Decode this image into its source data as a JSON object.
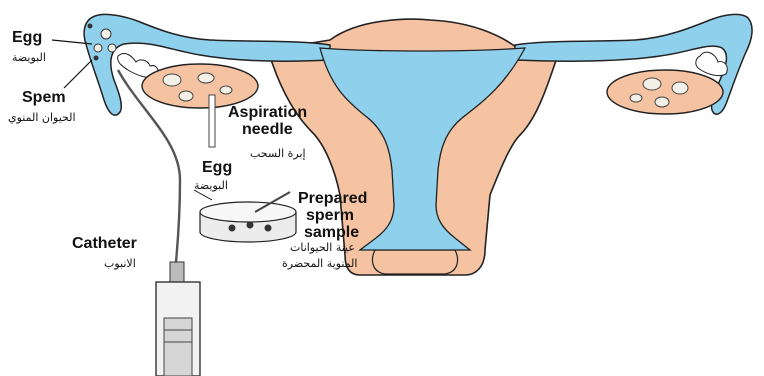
{
  "labels": {
    "egg_top_en": "Egg",
    "egg_top_ar": "البويضة",
    "sperm_en": "Spem",
    "sperm_ar": "الحيوان المنوي",
    "needle_en": [
      "Aspiration",
      "needle"
    ],
    "needle_ar": "إبرة السحب",
    "egg_dish_en": "Egg",
    "egg_dish_ar": "البويضة",
    "sample_en": [
      "Prepared",
      "sperm",
      "sample"
    ],
    "sample_ar": [
      "عينة الحيوانات",
      "المنوية المحضرة"
    ],
    "catheter_en": "Catheter",
    "catheter_ar": "الانبوب"
  },
  "colors": {
    "uterus_wall": "#f5c3a1",
    "cavity": "#8fd0ec",
    "outline": "#222222",
    "ovary": "#f5c3a1",
    "egg": "#f3f0e8",
    "dish": "#ececec"
  }
}
